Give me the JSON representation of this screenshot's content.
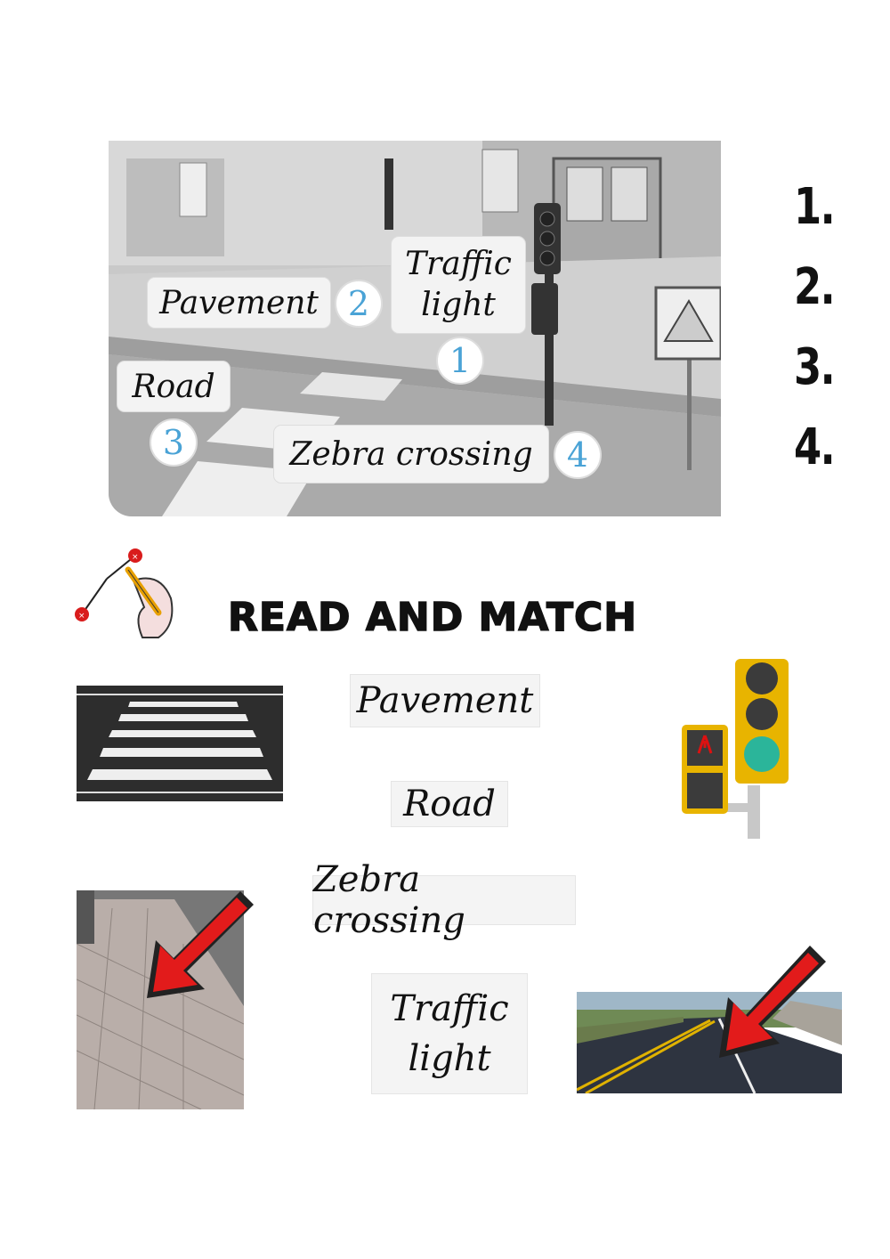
{
  "scene": {
    "labels": {
      "pavement": "Pavement",
      "traffic_light_line1": "Traffic",
      "traffic_light_line2": "light",
      "road": "Road",
      "zebra_crossing": "Zebra crossing"
    },
    "numbers": {
      "pavement": "2",
      "traffic_light": "1",
      "road": "3",
      "zebra_crossing": "4"
    }
  },
  "answer_list": [
    "1.",
    "2.",
    "3.",
    "4."
  ],
  "activity": {
    "title": "READ AND MATCH",
    "icon": "pencil-hand-matching-icon"
  },
  "word_cards": {
    "pavement": "Pavement",
    "road": "Road",
    "zebra_crossing": "Zebra crossing",
    "traffic_light_line1": "Traffic",
    "traffic_light_line2": "light"
  },
  "colors": {
    "number_blue": "#4aa3d6",
    "arrow_red": "#e21b1b",
    "traffic_light_yellow": "#e8b400"
  }
}
